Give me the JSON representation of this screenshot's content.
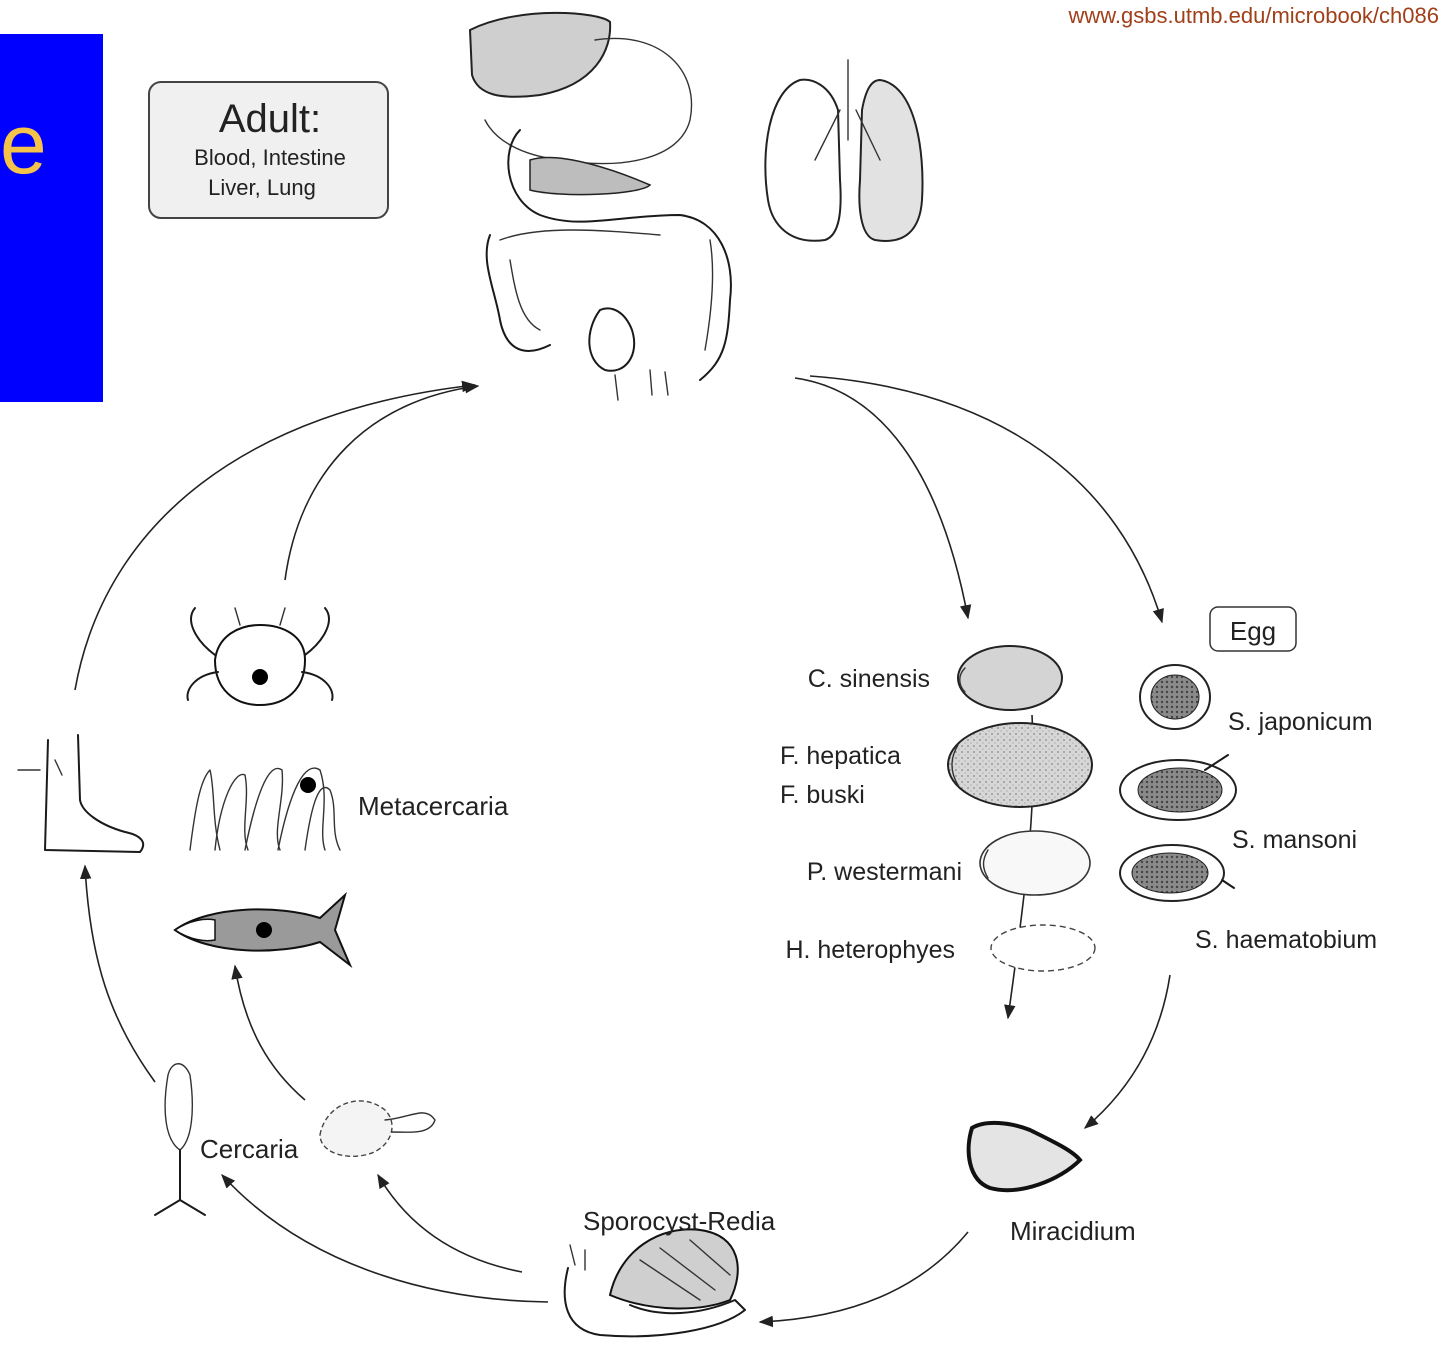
{
  "source_url": "www.gsbs.utmb.edu/microbook/ch086",
  "side_tag": {
    "letter": "e",
    "bg": "#0000ff",
    "fg": "#f5c24a"
  },
  "adult_box": {
    "title": "Adult:",
    "line1": "Blood, Intestine",
    "line2": "Liver, Lung"
  },
  "egg_label": "Egg",
  "eggs": {
    "c_sinensis": "C. sinensis",
    "f_hepatica": "F. hepatica",
    "f_buski": "F. buski",
    "p_westermani": "P. westermani",
    "h_heterophyes": "H. heterophyes",
    "s_japonicum": "S. japonicum",
    "s_mansoni": "S. mansoni",
    "s_haematobium": "S. haematobium"
  },
  "stages": {
    "metacercaria": "Metacercaria",
    "cercaria": "Cercaria",
    "sporocyst_redia": "Sporocyst-Redia",
    "miracidium": "Miracidium"
  }
}
